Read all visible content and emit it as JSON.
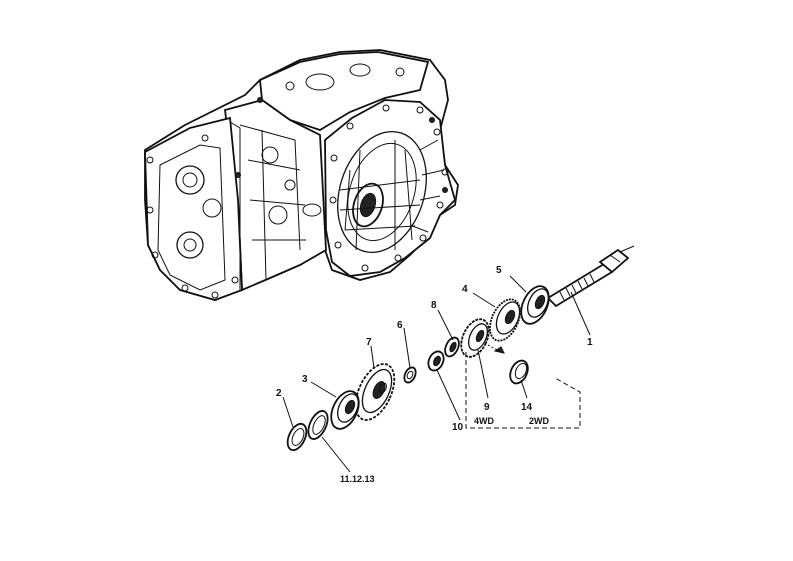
{
  "callouts": [
    {
      "id": "1",
      "text": "1"
    },
    {
      "id": "2",
      "text": "2"
    },
    {
      "id": "3",
      "text": "3"
    },
    {
      "id": "4",
      "text": "4"
    },
    {
      "id": "5",
      "text": "5"
    },
    {
      "id": "6",
      "text": "6"
    },
    {
      "id": "7",
      "text": "7"
    },
    {
      "id": "8",
      "text": "8"
    },
    {
      "id": "9",
      "text": "9"
    },
    {
      "id": "10",
      "text": "10"
    },
    {
      "id": "14",
      "text": "14"
    },
    {
      "id": "11_12_13",
      "text": "11.12.13"
    }
  ],
  "variants": {
    "four_wd": "4WD",
    "two_wd": "2WD"
  }
}
